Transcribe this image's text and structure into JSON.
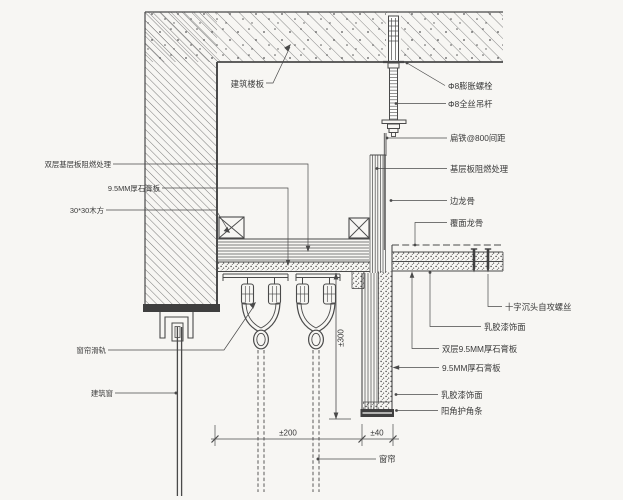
{
  "drawing": {
    "type": "curtain-box-suspended-ceiling-detail",
    "labels": {
      "building_slab": "建筑楼板",
      "expansion_bolt": "Φ8膨胀螺栓",
      "threaded_rod": "Φ8全丝吊杆",
      "flat_iron": "扁铁@800间距",
      "base_board_fire_treated": "基层板阻燃处理",
      "edge_runner": "边龙骨",
      "facing_runner": "覆面龙骨",
      "self_tapping_screw": "十字沉头自攻螺丝",
      "latex_paint_finish_ceiling": "乳胶漆饰面",
      "double_gypsum_board": "双层9.5MM厚石膏板",
      "gypsum_board_side": "9.5MM厚石膏板",
      "latex_paint_finish_side": "乳胶漆饰面",
      "corner_bead": "阳角护角条",
      "double_base_board_fire_treated": "双层基层板阻燃处理",
      "gypsum_board_left": "9.5MM厚石膏板",
      "wood_batten": "30*30木方",
      "curtain_rail": "窗帘滑轨",
      "building_window": "建筑窗",
      "curtain": "窗帘"
    },
    "dimensions": {
      "track_zone_width": "±200",
      "drop_width": "±40",
      "drop_height": "±300"
    },
    "colors": {
      "line": "#4a4a4a",
      "text": "#3a3a3a",
      "paper": "#f7f6f3",
      "solid_fill": "#3f3f3f"
    }
  }
}
